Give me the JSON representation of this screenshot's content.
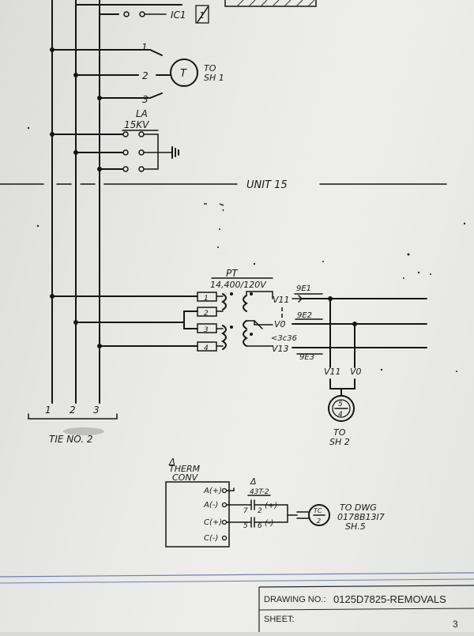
{
  "top_terminal": "IC1",
  "top_terminal_num": "1",
  "transformer": {
    "symbol": "T",
    "label_line1": "TO",
    "label_line2": "SH 1",
    "wires": [
      "1",
      "2",
      "3"
    ]
  },
  "arrester": {
    "label_line1": "LA",
    "label_line2": "15KV"
  },
  "unit_label": "UNIT 15",
  "pt": {
    "label": "PT",
    "rating": "14,400/120V",
    "fuses": [
      "1",
      "2",
      "3",
      "4"
    ],
    "outputs": [
      "V11",
      "V0",
      "V13"
    ],
    "tap_note": "<3c36",
    "terminals": [
      "9E1",
      "9E2",
      "9E3"
    ]
  },
  "meter": {
    "labels": [
      "V11",
      "V0"
    ],
    "top": "5",
    "bottom": "4",
    "to_line1": "TO",
    "to_line2": "SH 2"
  },
  "buses": {
    "numbers": [
      "1",
      "2",
      "3"
    ],
    "tie_label": "TIE NO. 2"
  },
  "therm": {
    "title_line1": "THERM",
    "title_line2": "CONV",
    "warning": "Δ",
    "pins": [
      "A(+)",
      "A(-)",
      "C(+)",
      "C(-)"
    ],
    "relay": "43T-2",
    "contact1": "7",
    "contact2": "2",
    "contact3": "5",
    "contact4": "6",
    "pol_pos": "(+)",
    "pol_neg": "(-)",
    "tc_top": "TC",
    "tc_bottom": "2",
    "to_line1": "TO DWG",
    "to_line2": "0178B13I7",
    "to_line3": "SH.5"
  },
  "title_block": {
    "drawing_label": "DRAWING NO.:",
    "drawing_no": "0125D7825-REMOVALS",
    "sheet_label": "SHEET:",
    "sheet_no": "3"
  }
}
